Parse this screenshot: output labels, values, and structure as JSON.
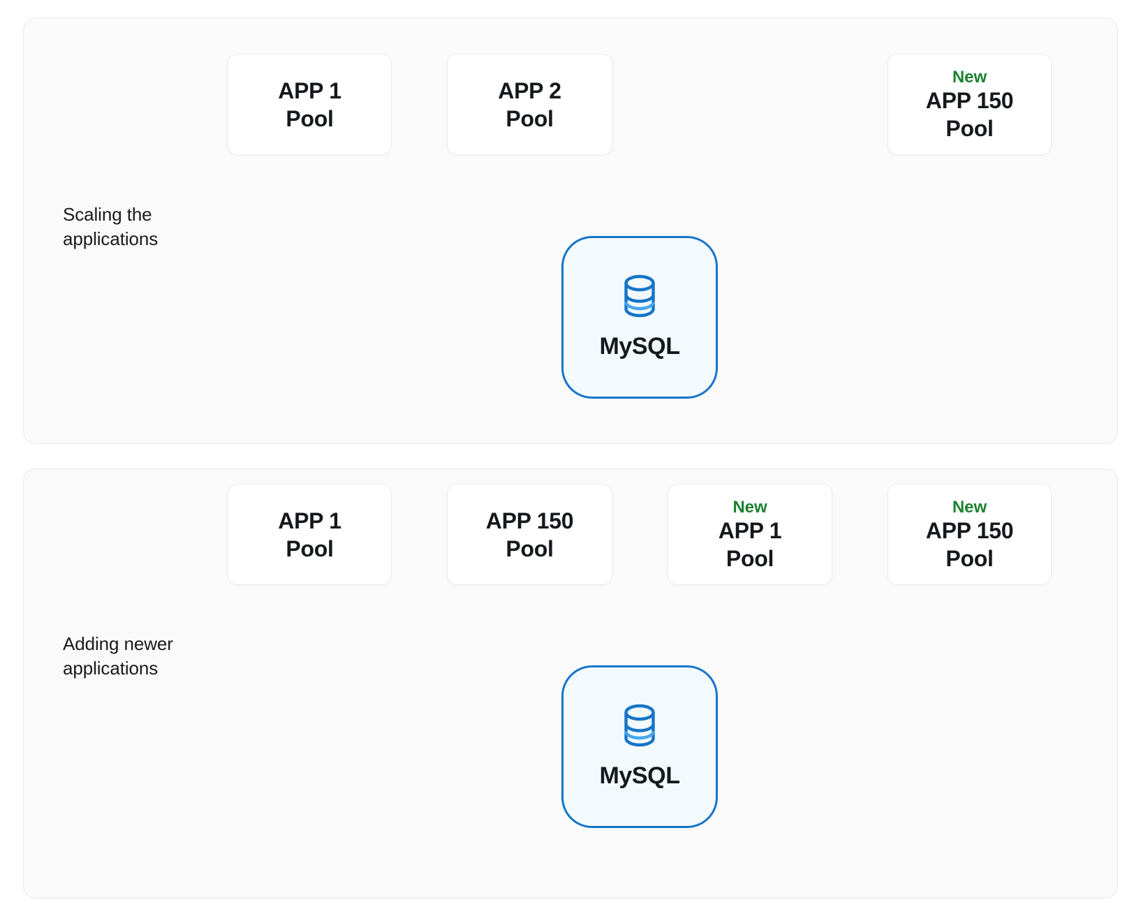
{
  "page": {
    "background": "#ffffff",
    "panel_background": "#fafafa",
    "panel_border": "#e9eaec",
    "box_background": "#ffffff",
    "box_border": "#ececec",
    "accent_blue": "#1574c8",
    "db_fill": "#f3fafe",
    "badge_green": "#1a8230",
    "edge_color": "#33373d",
    "text_color": "#15181c"
  },
  "panels": [
    {
      "id": "scaling",
      "caption": "Scaling the\napplications",
      "nodes": [
        {
          "id": "top-app-1",
          "badge": "",
          "title": "APP 1",
          "sub": "Pool"
        },
        {
          "id": "top-app-2",
          "badge": "",
          "title": "APP 2",
          "sub": "Pool"
        },
        {
          "id": "top-app-150",
          "badge": "New",
          "title": "APP 150",
          "sub": "Pool"
        }
      ],
      "database": {
        "id": "top-mysql",
        "label": "MySQL",
        "icon": "database-icon"
      }
    },
    {
      "id": "adding",
      "caption": "Adding newer\napplications",
      "nodes": [
        {
          "id": "bot-app-1",
          "badge": "",
          "title": "APP 1",
          "sub": "Pool"
        },
        {
          "id": "bot-app-150",
          "badge": "",
          "title": "APP 150",
          "sub": "Pool"
        },
        {
          "id": "bot-new-app-1",
          "badge": "New",
          "title": "APP 1",
          "sub": "Pool"
        },
        {
          "id": "bot-new-app-150",
          "badge": "New",
          "title": "APP 150",
          "sub": "Pool"
        }
      ],
      "database": {
        "id": "bot-mysql",
        "label": "MySQL",
        "icon": "database-icon"
      }
    }
  ],
  "connector_style": {
    "line": "dashed",
    "arrowheads": true,
    "color": "#33373d",
    "width": 2.5
  }
}
